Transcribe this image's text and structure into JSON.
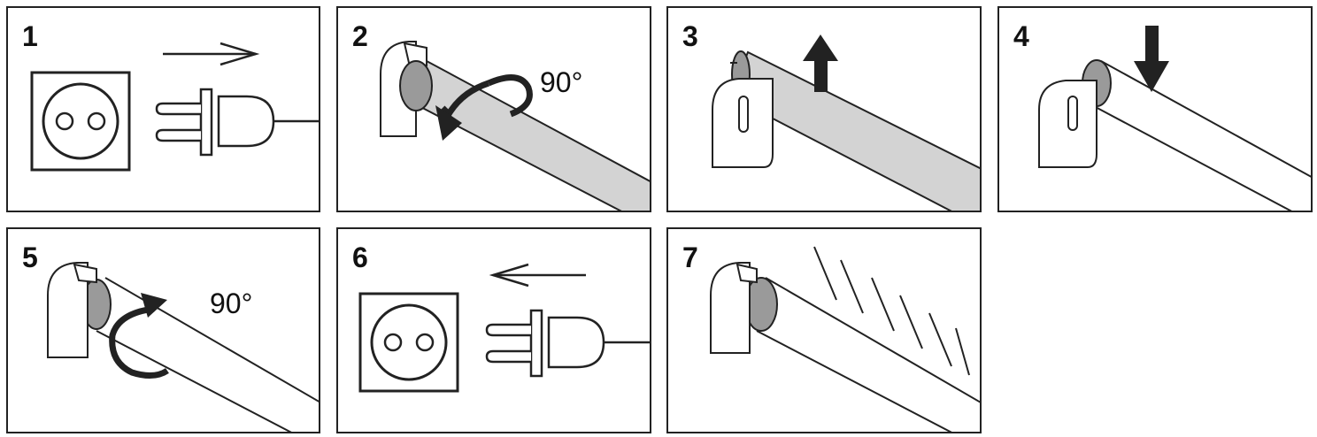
{
  "steps": [
    {
      "number": "1",
      "icons": [
        "socket-icon",
        "plug-icon",
        "arrow-right-icon"
      ]
    },
    {
      "number": "2",
      "angle": "90°",
      "icons": [
        "lamp-holder-icon",
        "tube-icon",
        "rotate-arrow-icon"
      ]
    },
    {
      "number": "3",
      "icons": [
        "lamp-holder-icon",
        "tube-icon",
        "arrow-up-icon"
      ]
    },
    {
      "number": "4",
      "icons": [
        "lamp-holder-icon",
        "tube-icon",
        "arrow-down-icon"
      ]
    },
    {
      "number": "5",
      "angle": "90°",
      "icons": [
        "lamp-holder-icon",
        "tube-icon",
        "rotate-arrow-icon"
      ]
    },
    {
      "number": "6",
      "icons": [
        "socket-icon",
        "plug-icon",
        "arrow-left-icon"
      ]
    },
    {
      "number": "7",
      "icons": [
        "lamp-holder-icon",
        "tube-icon",
        "light-rays-icon"
      ]
    }
  ],
  "colors": {
    "line": "#222222",
    "tube_gray": "#d3d3d3",
    "cap_gray": "#9a9a9a",
    "background": "#ffffff"
  }
}
